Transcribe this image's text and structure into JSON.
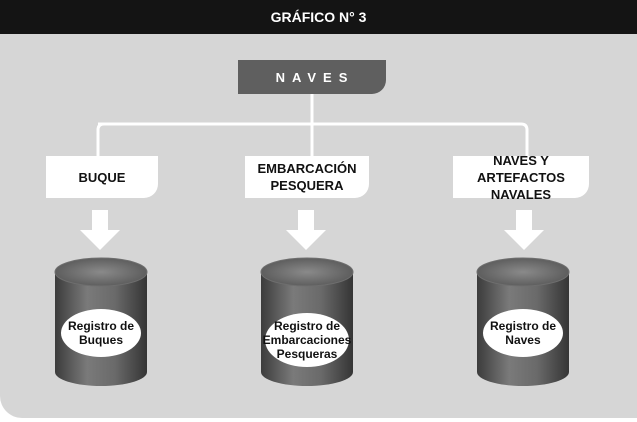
{
  "title": "GRÁFICO N° 3",
  "root": {
    "label": "NAVES"
  },
  "categories": [
    {
      "label": "BUQUE",
      "registry": "Registro de\nBuques"
    },
    {
      "label": "EMBARCACIÓN\nPESQUERA",
      "registry": "Registro de\nEmbarcaciones\nPesqueras"
    },
    {
      "label": "NAVES Y ARTEFACTOS\nNAVALES",
      "registry": "Registro de\nNaves"
    }
  ],
  "colors": {
    "title_bar": "#141414",
    "panel": "#d6d6d6",
    "root_box": "#5f5f5f",
    "cylinder": "#5e5e5e",
    "connector": "#ffffff"
  }
}
